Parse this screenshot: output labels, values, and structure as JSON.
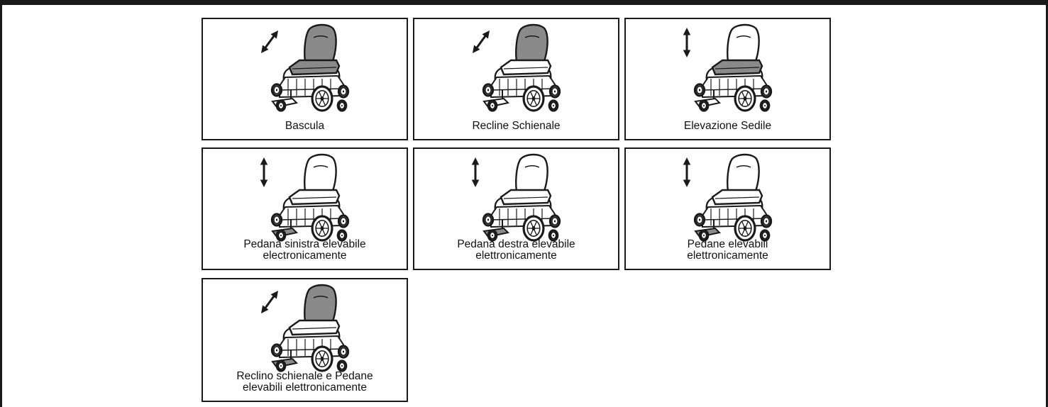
{
  "panels": [
    {
      "label": "Bascula",
      "arrow": "diagonal",
      "highlight": [
        "backrest",
        "seat"
      ]
    },
    {
      "label": "Recline Schienale",
      "arrow": "diagonal",
      "highlight": [
        "backrest"
      ]
    },
    {
      "label": "Elevazione Sedile",
      "arrow": "vertical",
      "highlight": [
        "seat"
      ]
    },
    {
      "label": "Pedana sinistra elevabile\nelectronicamente",
      "arrow": "vertical",
      "highlight": [
        "footrest"
      ]
    },
    {
      "label": "Pedana destra elevabile\nelettronicamente",
      "arrow": "vertical",
      "highlight": [
        "footrest"
      ]
    },
    {
      "label": "Pedane elevabili\nelettronicamente",
      "arrow": "vertical",
      "highlight": [
        "footrest"
      ]
    },
    {
      "label": "Reclino schienale e Pedane\nelevabili elettronicamente",
      "arrow": "diagonal",
      "highlight": [
        "backrest",
        "footrest"
      ]
    }
  ],
  "colors": {
    "line": "#1a1a1a",
    "highlight": "#8a8a8a",
    "light": "#ffffff"
  }
}
